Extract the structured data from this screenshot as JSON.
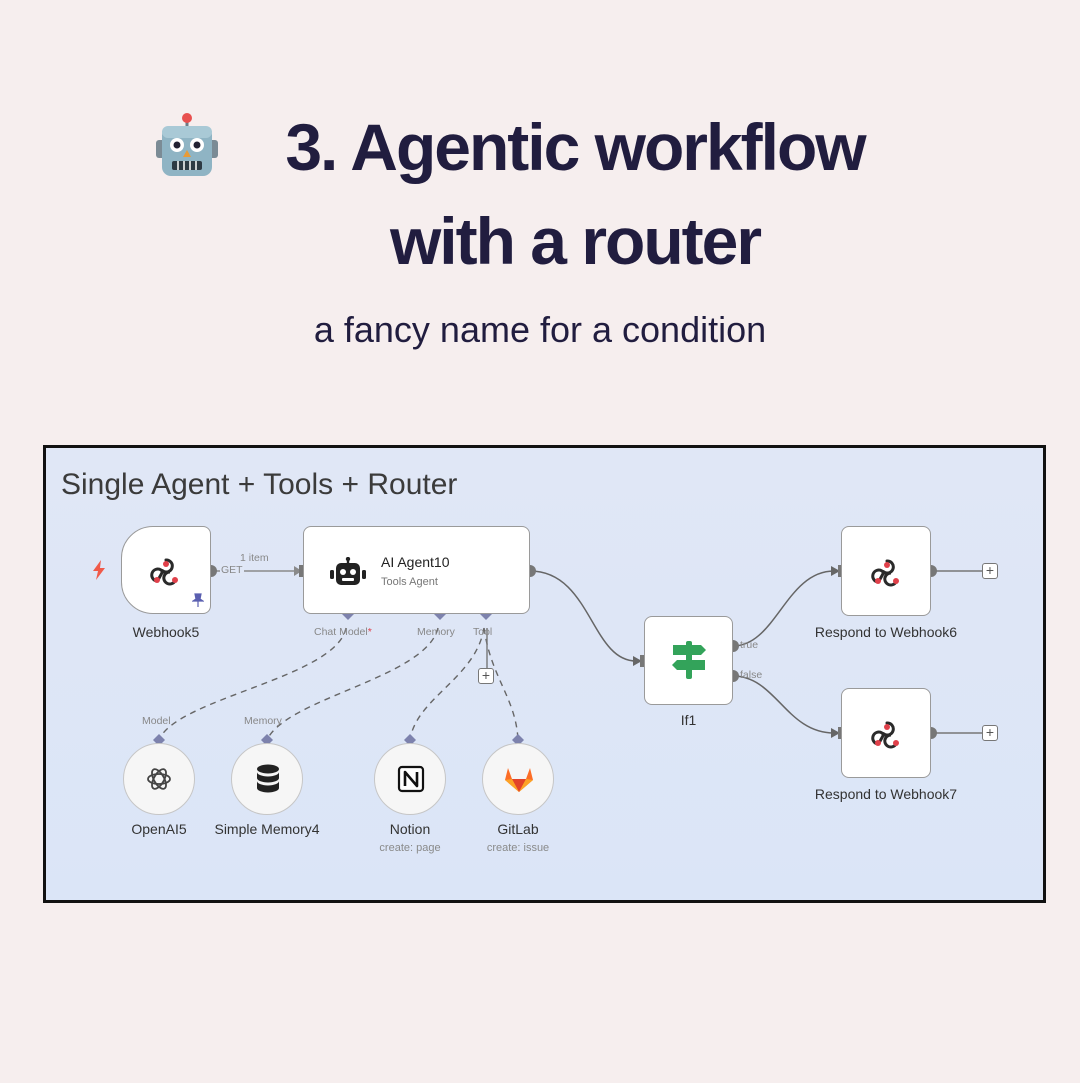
{
  "header": {
    "title_line1": "3. Agentic workflow",
    "title_line2": "with a router",
    "subtitle": "a fancy name for a condition",
    "emoji_icon": "robot-face-icon"
  },
  "canvas": {
    "title": "Single Agent + Tools + Router",
    "nodes": {
      "webhook": {
        "label": "Webhook5",
        "icon": "webhook-icon"
      },
      "agent": {
        "label": "AI Agent10",
        "sublabel": "Tools Agent",
        "icon": "robot-icon"
      },
      "if": {
        "label": "If1",
        "icon": "signpost-icon"
      },
      "respond6": {
        "label": "Respond to Webhook6",
        "icon": "webhook-icon"
      },
      "respond7": {
        "label": "Respond to Webhook7",
        "icon": "webhook-icon"
      },
      "openai": {
        "label": "OpenAI5",
        "icon": "openai-icon"
      },
      "memory": {
        "label": "Simple Memory4",
        "icon": "database-icon"
      },
      "notion": {
        "label": "Notion",
        "sublabel": "create: page",
        "icon": "notion-icon"
      },
      "gitlab": {
        "label": "GitLab",
        "sublabel": "create: issue",
        "icon": "gitlab-icon"
      }
    },
    "edge_labels": {
      "items": "1 item",
      "method": "GET",
      "true": "true",
      "false": "false"
    },
    "ports": {
      "chat_model": "Chat Model",
      "required_mark": "*",
      "memory": "Memory",
      "tool": "Tool",
      "model": "Model",
      "memory_in": "Memory"
    },
    "colors": {
      "webhook_red": "#e0404a",
      "signpost_green": "#33a35a",
      "gitlab_orange": "#f26c2b",
      "port_purple": "#7d82ad",
      "title_navy": "#211d3f"
    }
  }
}
